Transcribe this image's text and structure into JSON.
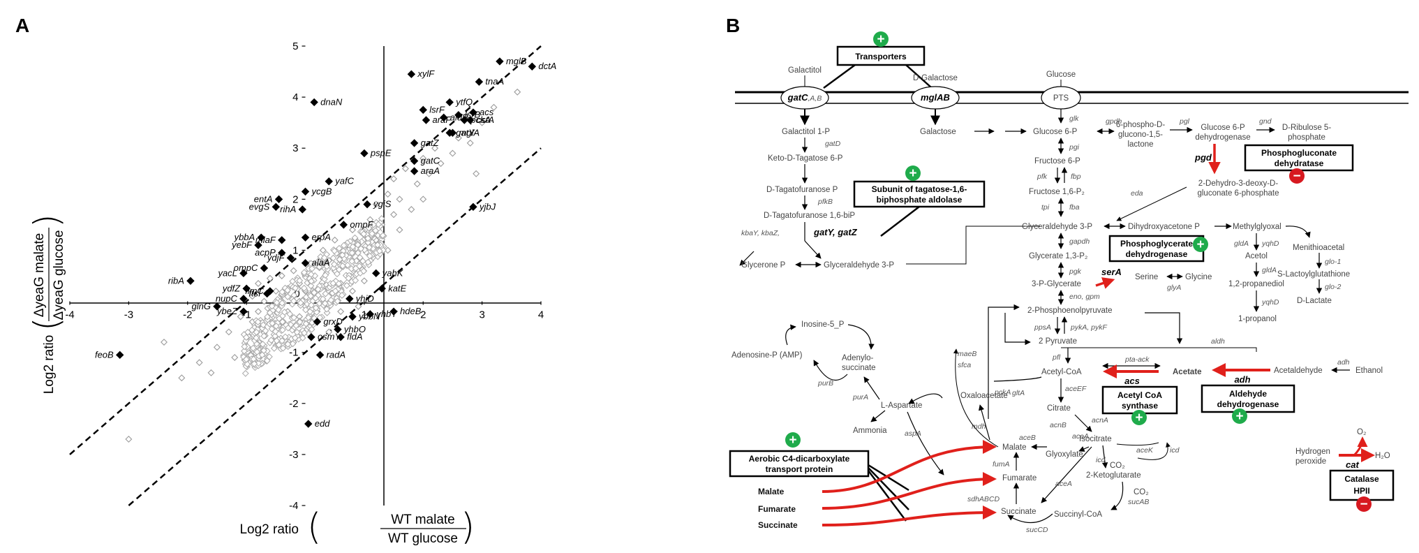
{
  "panel_a": {
    "letter": "A",
    "x_label": {
      "prefix": "Log2 ratio",
      "numerator": "WT malate",
      "denominator": "WT glucose"
    },
    "y_label": {
      "prefix": "Log2 ratio",
      "numerator": "ΔyeaG malate",
      "denominator": "ΔyeaG glucose"
    },
    "x_ticks": [
      "-4",
      "-3",
      "-2",
      "-1",
      "0",
      "1",
      "2",
      "3",
      "4"
    ],
    "y_ticks": [
      "5",
      "4",
      "3",
      "2",
      "1",
      "0",
      "-1",
      "-2",
      "-3",
      "-4"
    ]
  },
  "chart_data": {
    "type": "scatter",
    "xlim": [
      -4,
      4
    ],
    "ylim": [
      -4,
      5
    ],
    "grid": false,
    "reference_lines": [
      {
        "style": "dashed",
        "intercept": 1
      },
      {
        "style": "dashed",
        "intercept": -1
      }
    ],
    "highlighted_genes": [
      {
        "label": "mglB",
        "x": 3.3,
        "y": 4.7
      },
      {
        "label": "dctA",
        "x": 3.85,
        "y": 4.6
      },
      {
        "label": "xylF",
        "x": 1.8,
        "y": 4.45
      },
      {
        "label": "tnaA",
        "x": 2.95,
        "y": 4.3
      },
      {
        "label": "dnaN",
        "x": 0.15,
        "y": 3.9
      },
      {
        "label": "ytfQ",
        "x": 2.45,
        "y": 3.9
      },
      {
        "label": "aldB",
        "x": 2.35,
        "y": 3.6
      },
      {
        "label": "lsrB",
        "x": 2.6,
        "y": 3.65
      },
      {
        "label": "lsrF",
        "x": 2.0,
        "y": 3.75
      },
      {
        "label": "pckA",
        "x": 2.7,
        "y": 3.55
      },
      {
        "label": "araF",
        "x": 2.05,
        "y": 3.55
      },
      {
        "label": "acs",
        "x": 2.85,
        "y": 3.7
      },
      {
        "label": "cstA",
        "x": 2.8,
        "y": 3.55
      },
      {
        "label": "gatZ",
        "x": 1.85,
        "y": 3.1
      },
      {
        "label": "gatY",
        "x": 2.45,
        "y": 3.3
      },
      {
        "label": "mglA",
        "x": 2.5,
        "y": 3.3
      },
      {
        "label": "pspE",
        "x": 1.0,
        "y": 2.9
      },
      {
        "label": "gatC",
        "x": 1.85,
        "y": 2.75
      },
      {
        "label": "araA",
        "x": 1.85,
        "y": 2.55
      },
      {
        "label": "yafC",
        "x": 0.4,
        "y": 2.35
      },
      {
        "label": "entA",
        "x": -0.45,
        "y": 2.0
      },
      {
        "label": "ycgB",
        "x": 0.0,
        "y": 2.15
      },
      {
        "label": "rihA",
        "x": -0.05,
        "y": 1.8
      },
      {
        "label": "ygiS",
        "x": 1.05,
        "y": 1.9
      },
      {
        "label": "yjbJ",
        "x": 2.85,
        "y": 1.85
      },
      {
        "label": "evgS",
        "x": -0.5,
        "y": 1.85
      },
      {
        "label": "ompF",
        "x": 0.65,
        "y": 1.5
      },
      {
        "label": "ybbA",
        "x": -0.75,
        "y": 1.25
      },
      {
        "label": "mlaF",
        "x": -0.4,
        "y": 1.2
      },
      {
        "label": "erpA",
        "x": 0.0,
        "y": 1.25
      },
      {
        "label": "yebF",
        "x": -0.8,
        "y": 1.1
      },
      {
        "label": "acpP",
        "x": -0.4,
        "y": 0.95
      },
      {
        "label": "yacL",
        "x": -1.05,
        "y": 0.55
      },
      {
        "label": "ydjF",
        "x": -0.25,
        "y": 0.85
      },
      {
        "label": "ompC",
        "x": -0.7,
        "y": 0.65
      },
      {
        "label": "alaA",
        "x": 0.0,
        "y": 0.75
      },
      {
        "label": "ydfZ",
        "x": -1.0,
        "y": 0.25
      },
      {
        "label": "fimC",
        "x": -0.6,
        "y": 0.2
      },
      {
        "label": "yahK",
        "x": 1.2,
        "y": 0.55
      },
      {
        "label": "ribA",
        "x": -1.95,
        "y": 0.4
      },
      {
        "label": "ftsI",
        "x": -0.65,
        "y": 0.15
      },
      {
        "label": "katE",
        "x": 1.3,
        "y": 0.25
      },
      {
        "label": "nupC",
        "x": -1.05,
        "y": 0.05
      },
      {
        "label": "yhjD",
        "x": 0.75,
        "y": 0.05
      },
      {
        "label": "glnG",
        "x": -1.5,
        "y": -0.1
      },
      {
        "label": "ybeZ",
        "x": -1.05,
        "y": -0.2
      },
      {
        "label": "hdeB",
        "x": 1.5,
        "y": -0.2
      },
      {
        "label": "ybbN",
        "x": 0.8,
        "y": -0.3
      },
      {
        "label": "yhbY",
        "x": 1.1,
        "y": -0.25
      },
      {
        "label": "grxD",
        "x": 0.2,
        "y": -0.4
      },
      {
        "label": "yhbO",
        "x": 0.55,
        "y": -0.55
      },
      {
        "label": "osmY",
        "x": 0.1,
        "y": -0.7
      },
      {
        "label": "fldA",
        "x": 0.6,
        "y": -0.7
      },
      {
        "label": "feoB",
        "x": -3.15,
        "y": -1.05
      },
      {
        "label": "radA",
        "x": 0.25,
        "y": -1.05
      },
      {
        "label": "edd",
        "x": 0.05,
        "y": -2.4
      }
    ],
    "other_genes": [
      [
        -3.0,
        -2.7
      ],
      [
        -2.1,
        -1.5
      ],
      [
        -1.8,
        -1.2
      ],
      [
        -1.5,
        -0.9
      ],
      [
        -1.3,
        -0.6
      ],
      [
        -1.2,
        -1.1
      ],
      [
        -1.1,
        -0.3
      ],
      [
        -1.0,
        -0.7
      ],
      [
        -0.9,
        -0.4
      ],
      [
        -0.9,
        0.1
      ],
      [
        -0.8,
        -0.2
      ],
      [
        -0.8,
        0.35
      ],
      [
        -0.7,
        -0.6
      ],
      [
        -0.7,
        0.0
      ],
      [
        -0.6,
        -0.3
      ],
      [
        -0.6,
        0.45
      ],
      [
        -0.5,
        -0.1
      ],
      [
        -0.5,
        0.2
      ],
      [
        -0.4,
        -0.4
      ],
      [
        -0.4,
        0.0
      ],
      [
        -0.4,
        0.5
      ],
      [
        -0.3,
        -0.2
      ],
      [
        -0.3,
        0.25
      ],
      [
        -0.2,
        -0.5
      ],
      [
        -0.2,
        0.1
      ],
      [
        -0.2,
        0.6
      ],
      [
        -0.1,
        -0.3
      ],
      [
        -0.1,
        0.0
      ],
      [
        -0.1,
        0.35
      ],
      [
        0.0,
        -0.1
      ],
      [
        0.0,
        0.2
      ],
      [
        0.0,
        0.5
      ],
      [
        0.1,
        -0.4
      ],
      [
        0.1,
        0.05
      ],
      [
        0.1,
        0.4
      ],
      [
        0.2,
        -0.2
      ],
      [
        0.2,
        0.2
      ],
      [
        0.2,
        0.7
      ],
      [
        0.3,
        0.0
      ],
      [
        0.3,
        0.45
      ],
      [
        0.3,
        1.0
      ],
      [
        0.4,
        -0.1
      ],
      [
        0.4,
        0.3
      ],
      [
        0.4,
        0.8
      ],
      [
        0.5,
        0.1
      ],
      [
        0.5,
        0.6
      ],
      [
        0.5,
        1.2
      ],
      [
        0.6,
        0.35
      ],
      [
        0.6,
        0.9
      ],
      [
        0.7,
        0.5
      ],
      [
        0.7,
        1.1
      ],
      [
        0.8,
        0.2
      ],
      [
        0.8,
        0.8
      ],
      [
        0.8,
        1.4
      ],
      [
        0.9,
        0.6
      ],
      [
        0.9,
        1.0
      ],
      [
        1.0,
        1.3
      ],
      [
        1.0,
        0.4
      ],
      [
        1.1,
        1.6
      ],
      [
        1.1,
        0.9
      ],
      [
        1.2,
        1.2
      ],
      [
        1.2,
        1.9
      ],
      [
        1.3,
        1.5
      ],
      [
        1.4,
        2.1
      ],
      [
        1.4,
        1.0
      ],
      [
        1.5,
        1.7
      ],
      [
        1.5,
        2.4
      ],
      [
        1.6,
        1.4
      ],
      [
        1.6,
        2.0
      ],
      [
        1.7,
        2.6
      ],
      [
        1.8,
        1.8
      ],
      [
        1.9,
        2.3
      ],
      [
        2.0,
        2.0
      ],
      [
        2.0,
        2.8
      ],
      [
        2.1,
        2.5
      ],
      [
        2.2,
        3.0
      ],
      [
        2.3,
        2.7
      ],
      [
        2.5,
        2.9
      ],
      [
        2.6,
        3.2
      ],
      [
        2.8,
        3.1
      ],
      [
        3.0,
        3.5
      ],
      [
        3.2,
        3.8
      ],
      [
        3.6,
        4.1
      ],
      [
        2.9,
        2.5
      ],
      [
        -2.4,
        -0.8
      ],
      [
        -1.6,
        -1.4
      ],
      [
        0.6,
        -0.2
      ],
      [
        0.9,
        -0.1
      ],
      [
        -0.2,
        -0.8
      ],
      [
        0.4,
        -0.6
      ]
    ]
  },
  "panel_b": {
    "letter": "B",
    "boxes": {
      "transporters": "Transporters",
      "pgd_dh_1": "Phosphogluconate",
      "pgd_dh_2": "dehydratase",
      "tagatose_1": "Subunit of tagatose-1,6-",
      "tagatose_2": "biphosphate aldolase",
      "pgdh_1": "Phosphoglycerate",
      "pgdh_2": "dehydrogenase",
      "acs_1": "Acetyl CoA",
      "acs_2": "synthase",
      "aldh_1": "Aldehyde",
      "aldh_2": "dehydrogenase",
      "dcta_1": "Aerobic C4-dicarboxylate",
      "dcta_2": "transport protein",
      "cat_1": "Catalase",
      "cat_2": "HPII"
    },
    "membrane": {
      "galactitol": "Galactitol",
      "d_galactose": "D-Galactose",
      "glucose": "Glucose",
      "gatcab_bold": "gatC",
      "gatcab_rest": ",A,B",
      "mglab": "mglAB",
      "pts": "PTS"
    },
    "metabolites": {
      "galactitol_1p": "Galactitol 1-P",
      "keto_tagatose": "Keto-D-Tagatose 6-P",
      "tagatofuranose_p": "D-Tagatofuranose P",
      "tagatofuranose_bip": "D-Tagatofuranose 1,6-biP",
      "glycerone_p": "Glycerone P",
      "glyceraldehyde_3p_left": "Glyceraldehyde 3-P",
      "galactose": "Galactose",
      "glucose_6p": "Glucose 6-P",
      "fructose_6p": "Fructose 6-P",
      "fructose_16p": "Fructose 1,6-P₂",
      "glyceraldehyde_3p": "Glyceraldehyde 3-P",
      "glycerate_13p": "Glycerate 1,3-P₂",
      "glycerate_3p": "3-P-Glycerate",
      "pep": "2-Phosphoenolpyruvate",
      "pyruvate": "2 Pyruvate",
      "acetyl_coa": "Acetyl-CoA",
      "acetate": "Acetate",
      "acetaldehyde": "Acetaldehyde",
      "ethanol": "Ethanol",
      "pgl_1": "6-phospho-D-",
      "pgl_2": "glucono-1,5-",
      "pgl_3": "lactone",
      "g6p_dh_1": "Glucose 6-P",
      "g6p_dh_2": "dehydrogenase",
      "ribulose_1": "D-Ribulose 5-",
      "ribulose_2": "phosphate",
      "kdpg_1": "2-Dehydro-3-deoxy-D-",
      "kdpg_2": "gluconate 6-phosphate",
      "dhap": "Dihydroxyacetone P",
      "methylglyoxal": "Methylglyoxal",
      "acetol": "Acetol",
      "propanediol": "1,2-propanediol",
      "propanol": "1-propanol",
      "menithioacetal": "Menithioacetal",
      "lactoylglutathione": "S-Lactoylglutathione",
      "d_lactate": "D-Lactate",
      "serine": "Serine",
      "glycine": "Glycine",
      "inosine": "Inosine-5_P",
      "amp": "Adenosine-P (AMP)",
      "adenylo_1": "Adenylo-",
      "adenylo_2": "succinate",
      "l_aspartate": "L-Aspartate",
      "ammonia": "Ammonia",
      "oxaloacetate": "Oxaloacetate",
      "citrate": "Citrate",
      "isocitrate": "Isocitrate",
      "glyoxylate": "Glyoxylate",
      "malate": "Malate",
      "fumarate": "Fumarate",
      "succinate": "Succinate",
      "succinyl_coa": "Succinyl-CoA",
      "ketoglutarate": "2-Ketoglutarate",
      "co2_a": "CO₂",
      "co2_b": "CO₂",
      "hydrogen_1": "Hydrogen",
      "hydrogen_2": "peroxide",
      "o2": "O₂",
      "h2o": "H₂O"
    },
    "enzymes": {
      "gatD": "gatD",
      "pfkB": "pfkB",
      "kbay": "kbaY, kbaZ,",
      "gatyz": "gatY, gatZ",
      "glk": "glk",
      "gpdh": "gpdh",
      "pgl": "pgl",
      "gnd": "gnd",
      "pgi": "pgi",
      "pfk": "pfk",
      "fbp": "fbp",
      "fba": "fba",
      "tpi": "tpi",
      "eda": "eda",
      "pgd": "pgd",
      "gapdh": "gapdh",
      "pgk": "pgk",
      "serA": "serA",
      "glyA": "glyA",
      "eno": "eno, gpm",
      "ppsA": "ppsA",
      "pyk": "pykA, pykF",
      "pfl": "pfl",
      "pta": "pta-ack",
      "acs": "acs",
      "adh_bold": "adh",
      "adh": "adh",
      "aldh": "aldh",
      "gldA_1": "gldA",
      "yqhD_1": "yqhD",
      "gldA_2": "gldA",
      "yqhD_2": "yqhD",
      "glo1": "glo-1",
      "glo2": "glo-2",
      "maeB": "maeB",
      "sfca": "sfca",
      "pckA": "pckA",
      "gltA": "gltA",
      "aceEF": "aceEF",
      "acnB": "acnB",
      "acnA": "acnA",
      "aceK": "aceK",
      "icd_1": "icd",
      "icd_2": "icd",
      "aceA_1": "aceA",
      "aceA_2": "aceA",
      "aceB": "aceB",
      "mdh": "mdh",
      "fumA": "fumA",
      "sdh": "sdhABCD",
      "sucAB": "sucAB",
      "sucCD": "sucCD",
      "purA": "purA",
      "purB": "purB",
      "aspA": "aspA",
      "cat": "cat"
    },
    "substrates": {
      "malate": "Malate",
      "fumarate": "Fumarate",
      "succinate": "Succinate"
    },
    "badges": {
      "plus": "+",
      "minus": "−"
    },
    "colors": {
      "up": "#1fab4b",
      "down": "#d71920",
      "red_arrow": "#e0201b"
    }
  }
}
